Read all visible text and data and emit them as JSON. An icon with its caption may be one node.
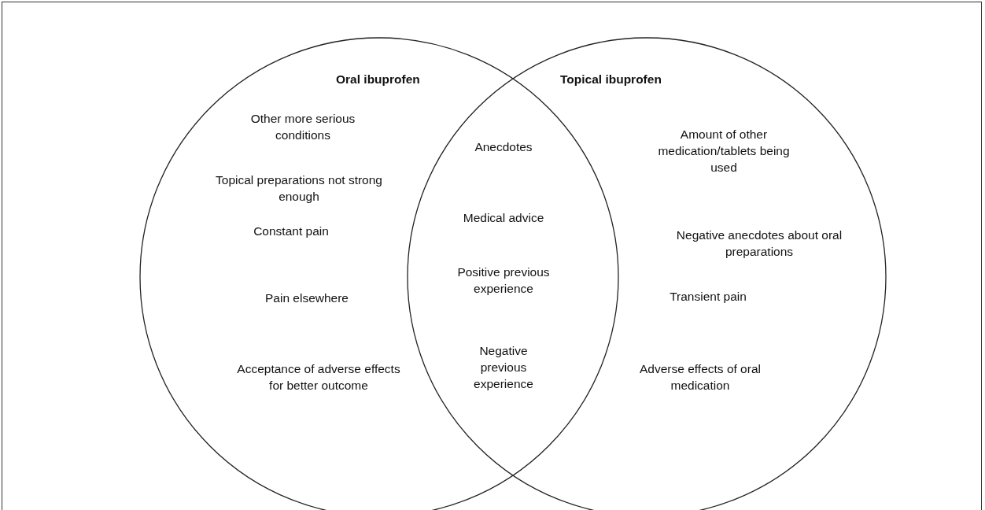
{
  "diagram": {
    "nodes": [
      {
        "text": [
          "Oral ibuprofen"
        ]
      },
      {
        "text": [
          "Topical ibuprofen"
        ]
      }
    ],
    "edges": [],
    "labels": [
      "Other more serious conditions",
      "Topical preparations not strong enough",
      "Constant pain",
      "Pain elsewhere",
      "Acceptance of adverse effects for better outcome",
      "Anecdotes",
      "Medical advice",
      "Positive previous experience",
      "Negative previous experience",
      "Amount of other medication/tablets being used",
      "Negative anecdotes about oral preparations",
      "Transient pain",
      "Adverse effects of oral medication"
    ]
  }
}
